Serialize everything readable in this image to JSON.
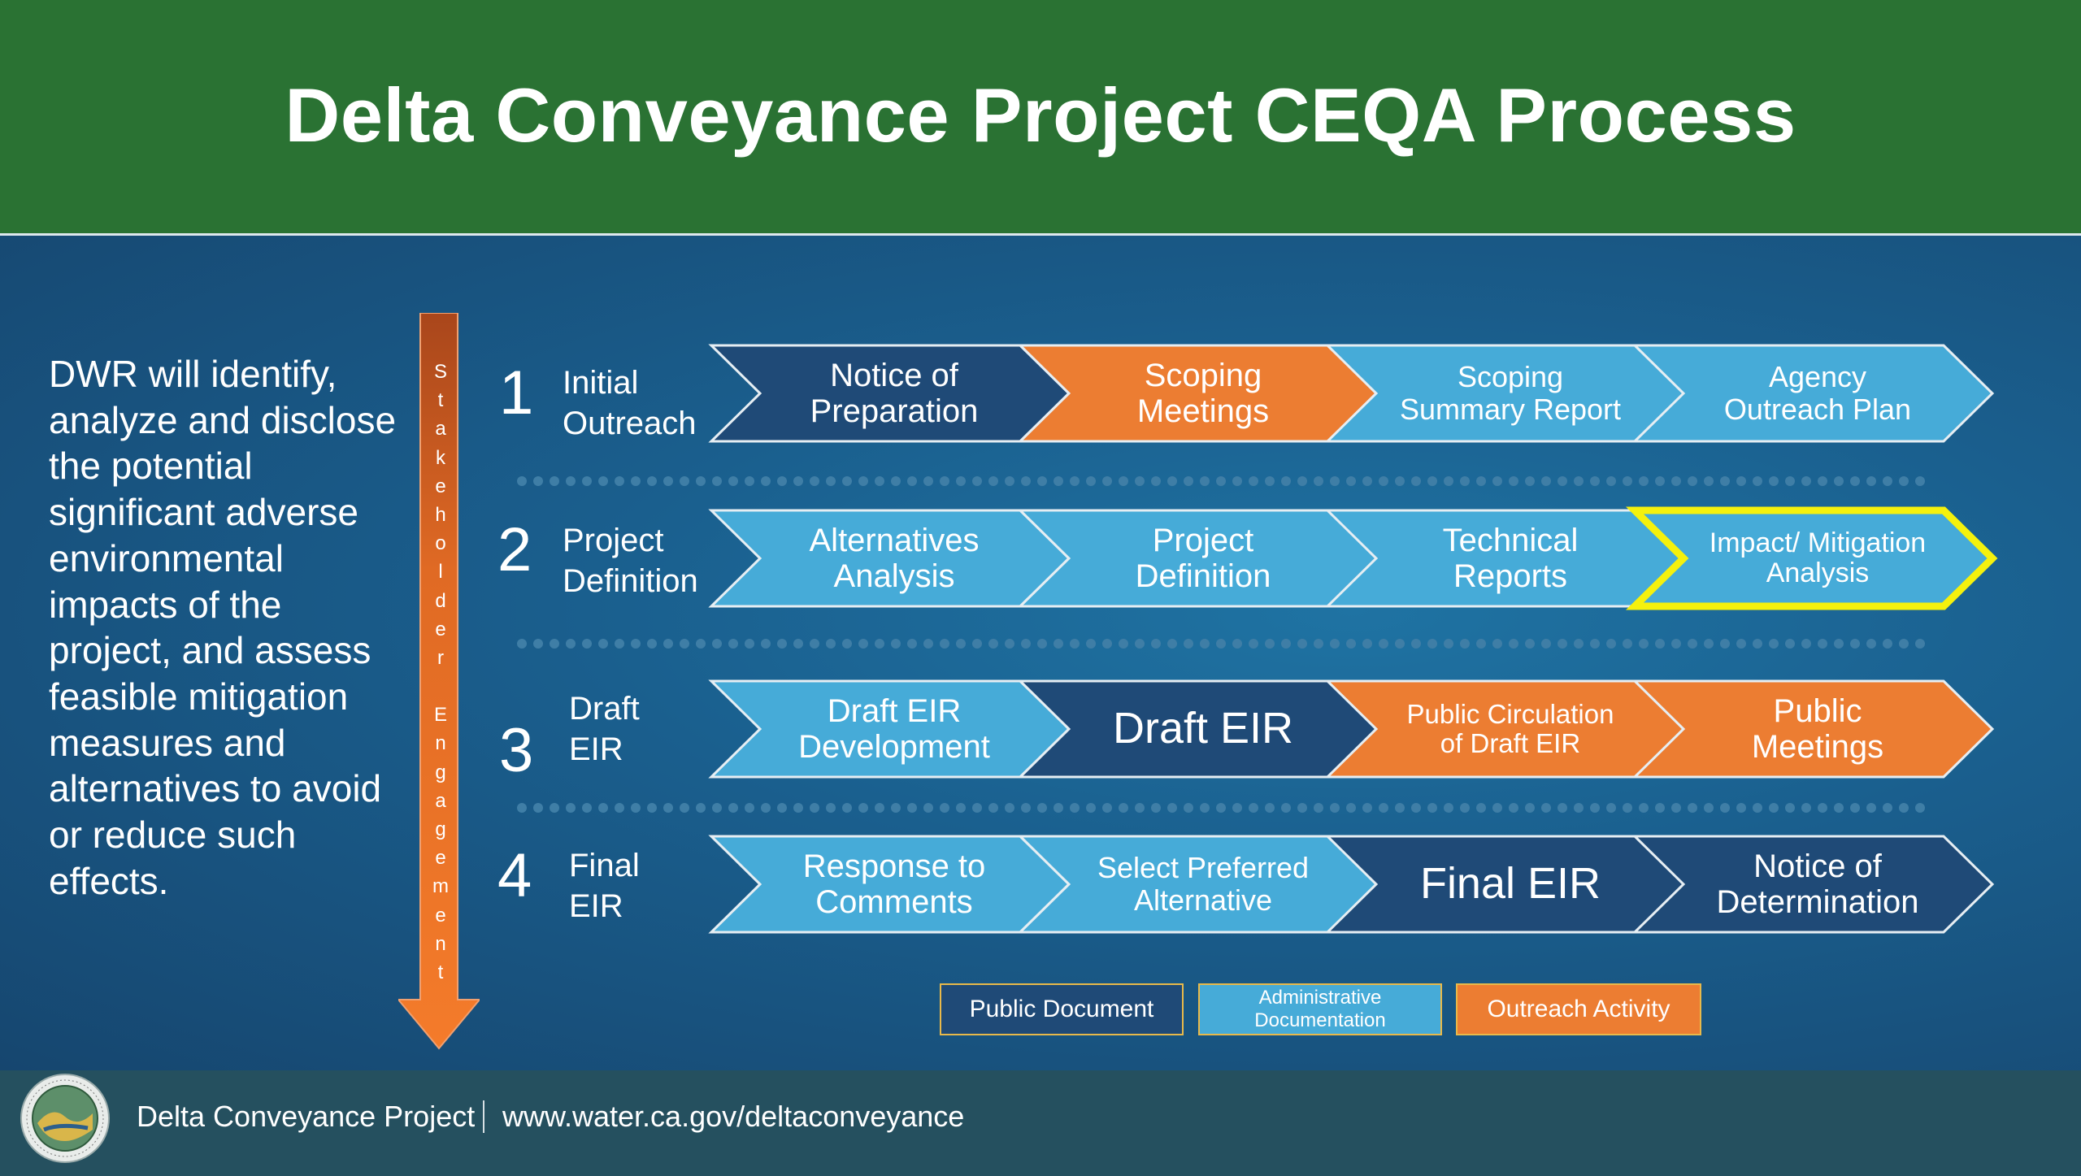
{
  "title": "Delta Conveyance Project CEQA Process",
  "intro_text": "DWR will identify, analyze and disclose the potential significant adverse environmental impacts of the project, and assess feasible mitigation measures and alternatives to avoid or reduce such effects.",
  "stakeholder_letters": [
    "S",
    "t",
    "a",
    "k",
    "e",
    "h",
    "o",
    "l",
    "d",
    "e",
    "r",
    "",
    "E",
    "n",
    "g",
    "a",
    "g",
    "e",
    "m",
    "e",
    "n",
    "t"
  ],
  "colors": {
    "header_green": "#2a7233",
    "public_document": "#1f4a77",
    "administrative_documentation": "#46abd8",
    "outreach_activity": "#ec7d32",
    "highlight": "#f5f10d"
  },
  "rows": [
    {
      "number": "1",
      "label": "Initial\nOutreach",
      "steps": [
        {
          "text": "Notice of\nPreparation",
          "type": "public_document"
        },
        {
          "text": "Scoping\nMeetings",
          "type": "outreach_activity"
        },
        {
          "text": "Scoping\nSummary Report",
          "type": "administrative_documentation"
        },
        {
          "text": "Agency\nOutreach Plan",
          "type": "administrative_documentation"
        }
      ]
    },
    {
      "number": "2",
      "label": "Project\nDefinition",
      "steps": [
        {
          "text": "Alternatives\nAnalysis",
          "type": "administrative_documentation"
        },
        {
          "text": "Project\nDefinition",
          "type": "administrative_documentation"
        },
        {
          "text": "Technical\nReports",
          "type": "administrative_documentation"
        },
        {
          "text": "Impact/ Mitigation\nAnalysis",
          "type": "administrative_documentation",
          "highlighted": true
        }
      ]
    },
    {
      "number": "3",
      "label": "Draft\nEIR",
      "steps": [
        {
          "text": "Draft EIR\nDevelopment",
          "type": "administrative_documentation"
        },
        {
          "text": "Draft EIR",
          "type": "public_document"
        },
        {
          "text": "Public Circulation\nof Draft EIR",
          "type": "outreach_activity"
        },
        {
          "text": "Public\nMeetings",
          "type": "outreach_activity"
        }
      ]
    },
    {
      "number": "4",
      "label": "Final\nEIR",
      "steps": [
        {
          "text": "Response to\nComments",
          "type": "administrative_documentation"
        },
        {
          "text": "Select Preferred\nAlternative",
          "type": "administrative_documentation"
        },
        {
          "text": "Final EIR",
          "type": "public_document"
        },
        {
          "text": "Notice of\nDetermination",
          "type": "public_document"
        }
      ]
    }
  ],
  "legend": [
    {
      "label": "Public Document",
      "type": "public_document"
    },
    {
      "label": "Administrative\nDocumentation",
      "type": "administrative_documentation"
    },
    {
      "label": "Outreach Activity",
      "type": "outreach_activity"
    }
  ],
  "footer": {
    "project_name": "Delta Conveyance Project",
    "url": "www.water.ca.gov/deltaconveyance",
    "seal_icon": "dwr-seal-icon"
  }
}
